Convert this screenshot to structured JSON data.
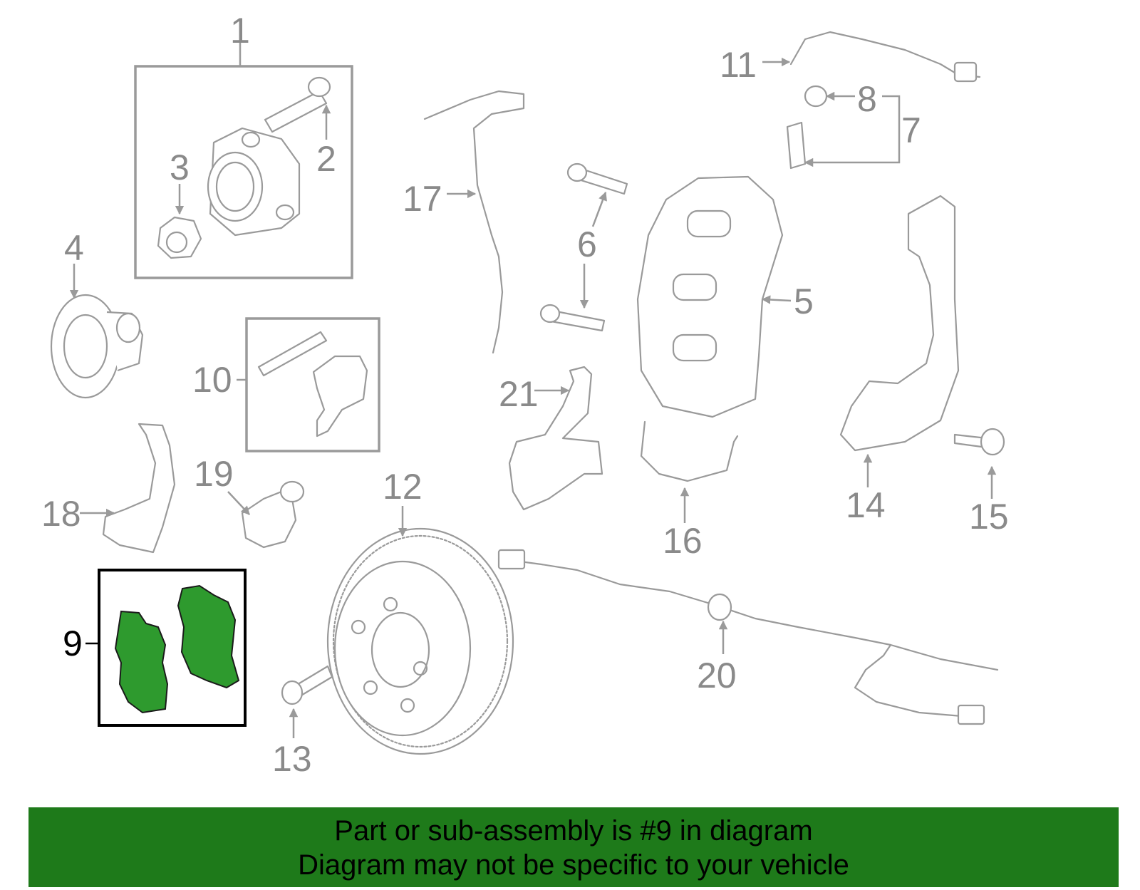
{
  "callouts": [
    "1",
    "2",
    "3",
    "4",
    "5",
    "6",
    "7",
    "8",
    "9",
    "10",
    "11",
    "12",
    "13",
    "14",
    "15",
    "16",
    "17",
    "18",
    "19",
    "20",
    "21"
  ],
  "highlighted_callout": "9",
  "banner": {
    "line1": "Part or sub-assembly is #9 in diagram",
    "line2": "Diagram may not be specific to your vehicle"
  },
  "colors": {
    "highlight_fill": "#2e9a2e",
    "banner_bg": "#1e7a1a",
    "line_gray": "#9a9a9a"
  }
}
